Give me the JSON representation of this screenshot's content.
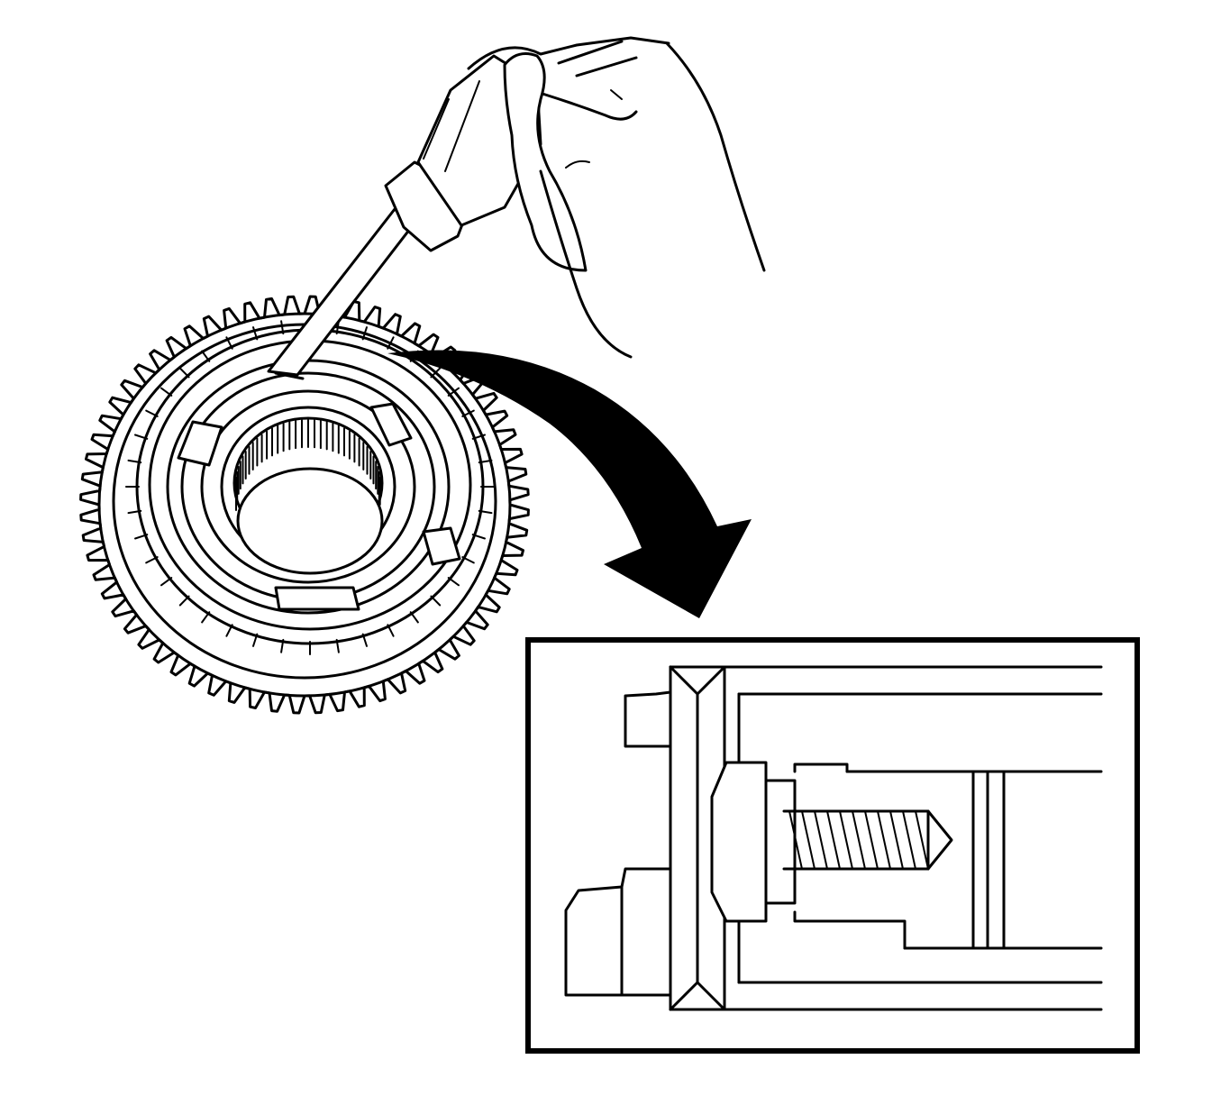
{
  "figure": {
    "kind": "technical-illustration",
    "main_view": "hand-prying-synchronizer-ring-with-screwdriver",
    "detail_view": "cross-section-detail-of-spring-and-key",
    "callout": "curved-arrow-from-assembly-to-detail",
    "colors": {
      "line": "#000000",
      "background": "#ffffff"
    }
  }
}
